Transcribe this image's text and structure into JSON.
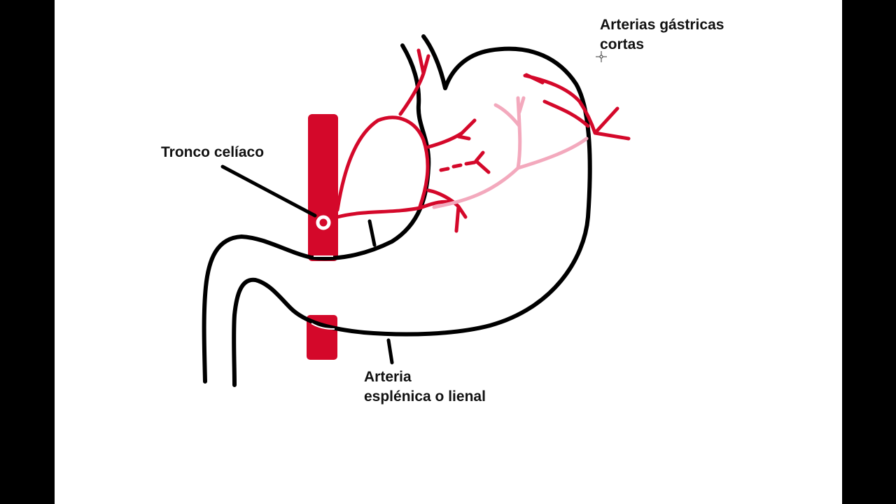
{
  "labels": {
    "celiac_trunk": "Tronco celíaco",
    "short_gastric_line1": "Arterias gástricas",
    "short_gastric_line2": "cortas",
    "splenic_line1": "Arteria",
    "splenic_line2": "esplénica o lienal"
  },
  "colors": {
    "outline": "#000000",
    "artery": "#d4082a",
    "pale_artery": "#f3a9bd",
    "background": "#ffffff",
    "frame": "#000000"
  },
  "icons": [
    "crosshair-cursor-icon"
  ]
}
